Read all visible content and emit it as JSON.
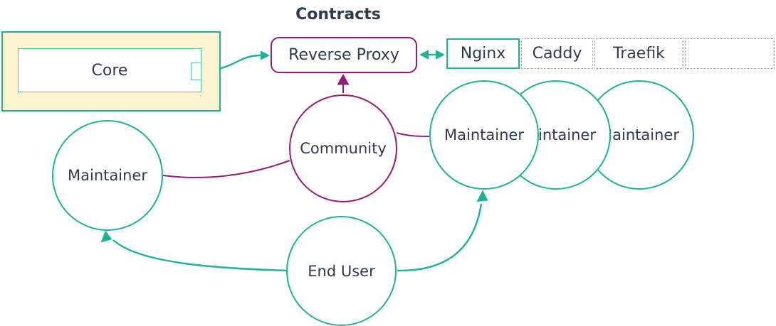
{
  "title": "Contracts",
  "colors": {
    "teal": "#1eb392",
    "teal_light": "#4fc3a4",
    "purple": "#941c78",
    "text": "#2e3c4e",
    "core_fill": "#fbf4ce",
    "dotted_border": "#9e9e9e",
    "background": "#ffffff"
  },
  "nodes": {
    "core": {
      "label": "Core"
    },
    "reverse_proxy": {
      "label": "Reverse Proxy"
    },
    "proxy_options": [
      {
        "label": "Nginx",
        "border": "solid-teal"
      },
      {
        "label": "Caddy",
        "border": "dotted-gray"
      },
      {
        "label": "Traefik",
        "border": "dotted-gray"
      },
      {
        "label": "",
        "border": "dotted-gray"
      }
    ],
    "community": {
      "label": "Community"
    },
    "maintainer_left": {
      "label": "Maintainer"
    },
    "maintainers_right": [
      {
        "label": "Maintainer"
      },
      {
        "label": "Maintainer"
      },
      {
        "label": "Maintainer"
      }
    ],
    "end_user": {
      "label": "End User"
    }
  },
  "edges": [
    {
      "from": "core",
      "to": "reverse_proxy",
      "color": "teal",
      "arrow": "forward"
    },
    {
      "from": "reverse_proxy",
      "to": "nginx",
      "color": "teal",
      "arrow": "both"
    },
    {
      "from": "community",
      "to": "reverse_proxy",
      "color": "purple",
      "arrow": "forward"
    },
    {
      "from": "community",
      "to": "maintainer_left",
      "color": "purple",
      "arrow": "none"
    },
    {
      "from": "community",
      "to": "maintainer_right_1",
      "color": "purple",
      "arrow": "none"
    },
    {
      "from": "end_user",
      "to": "maintainer_left",
      "color": "teal",
      "arrow": "forward"
    },
    {
      "from": "end_user",
      "to": "maintainer_right_1",
      "color": "teal",
      "arrow": "forward"
    }
  ]
}
